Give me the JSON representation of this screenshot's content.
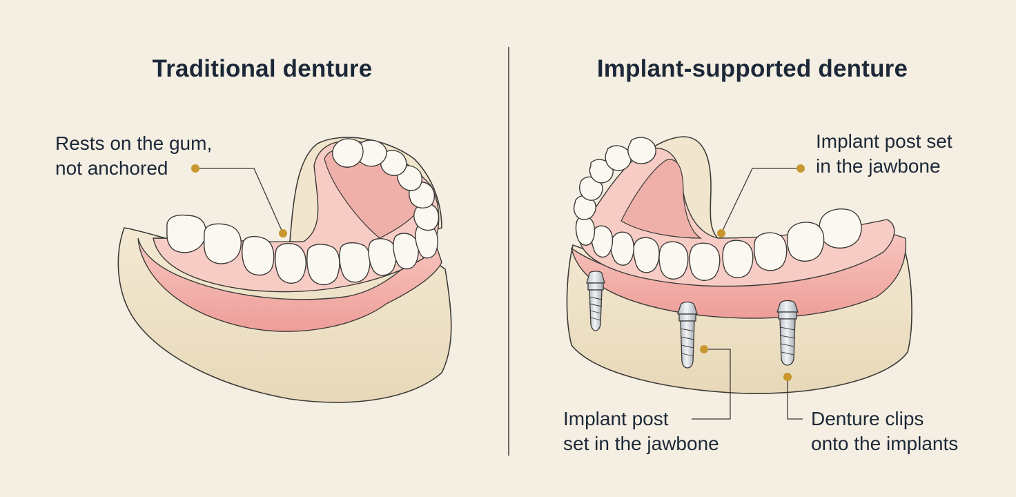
{
  "panels": {
    "left": {
      "title": "Traditional denture",
      "callout": {
        "line1": "Rests on the gum,",
        "line2": "not anchored"
      }
    },
    "right": {
      "title": "Implant-supported denture",
      "callout_top": {
        "line1": "Implant post set",
        "line2": "in  the jawbone"
      },
      "callout_bottom_left": {
        "line1": "Implant post",
        "line2": "set in the jawbone"
      },
      "callout_bottom_right": {
        "line1": "Denture clips",
        "line2": "onto the implants"
      }
    }
  },
  "colors": {
    "background": "#f4efe2",
    "bone": "#efe3c9",
    "gum": "#f2b3ae",
    "tooth": "#fbf8f1",
    "implant": "#d9dde2",
    "marker": "#c9972f",
    "outline": "#3b3a37"
  }
}
